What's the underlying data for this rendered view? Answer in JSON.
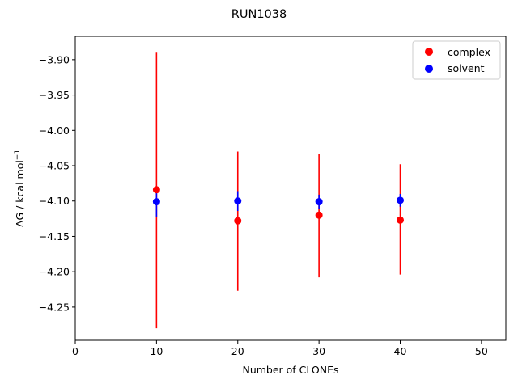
{
  "chart_data": {
    "type": "scatter",
    "title": "RUN1038",
    "xlabel": "Number of CLONEs",
    "ylabel_base": "ΔG / kcal mol",
    "ylabel_exp": "−1",
    "xlim": [
      0,
      53
    ],
    "ylim": [
      -4.297,
      -3.867
    ],
    "xticks": [
      0,
      10,
      20,
      30,
      40,
      50
    ],
    "yticks": [
      -3.9,
      -3.95,
      -4.0,
      -4.05,
      -4.1,
      -4.15,
      -4.2,
      -4.25
    ],
    "grid": false,
    "legend_position": "upper right",
    "series": [
      {
        "name": "complex",
        "color": "#ff0000",
        "x": [
          10,
          20,
          30,
          40
        ],
        "y": [
          -4.084,
          -4.128,
          -4.12,
          -4.127
        ],
        "err_low": [
          -4.28,
          -4.227,
          -4.208,
          -4.204
        ],
        "err_high": [
          -3.889,
          -4.03,
          -4.033,
          -4.048
        ]
      },
      {
        "name": "solvent",
        "color": "#0000ff",
        "x": [
          10,
          20,
          30,
          40
        ],
        "y": [
          -4.101,
          -4.1,
          -4.101,
          -4.099
        ],
        "err_low": [
          -4.122,
          -4.114,
          -4.111,
          -4.108
        ],
        "err_high": [
          -4.08,
          -4.086,
          -4.091,
          -4.09
        ]
      }
    ]
  }
}
